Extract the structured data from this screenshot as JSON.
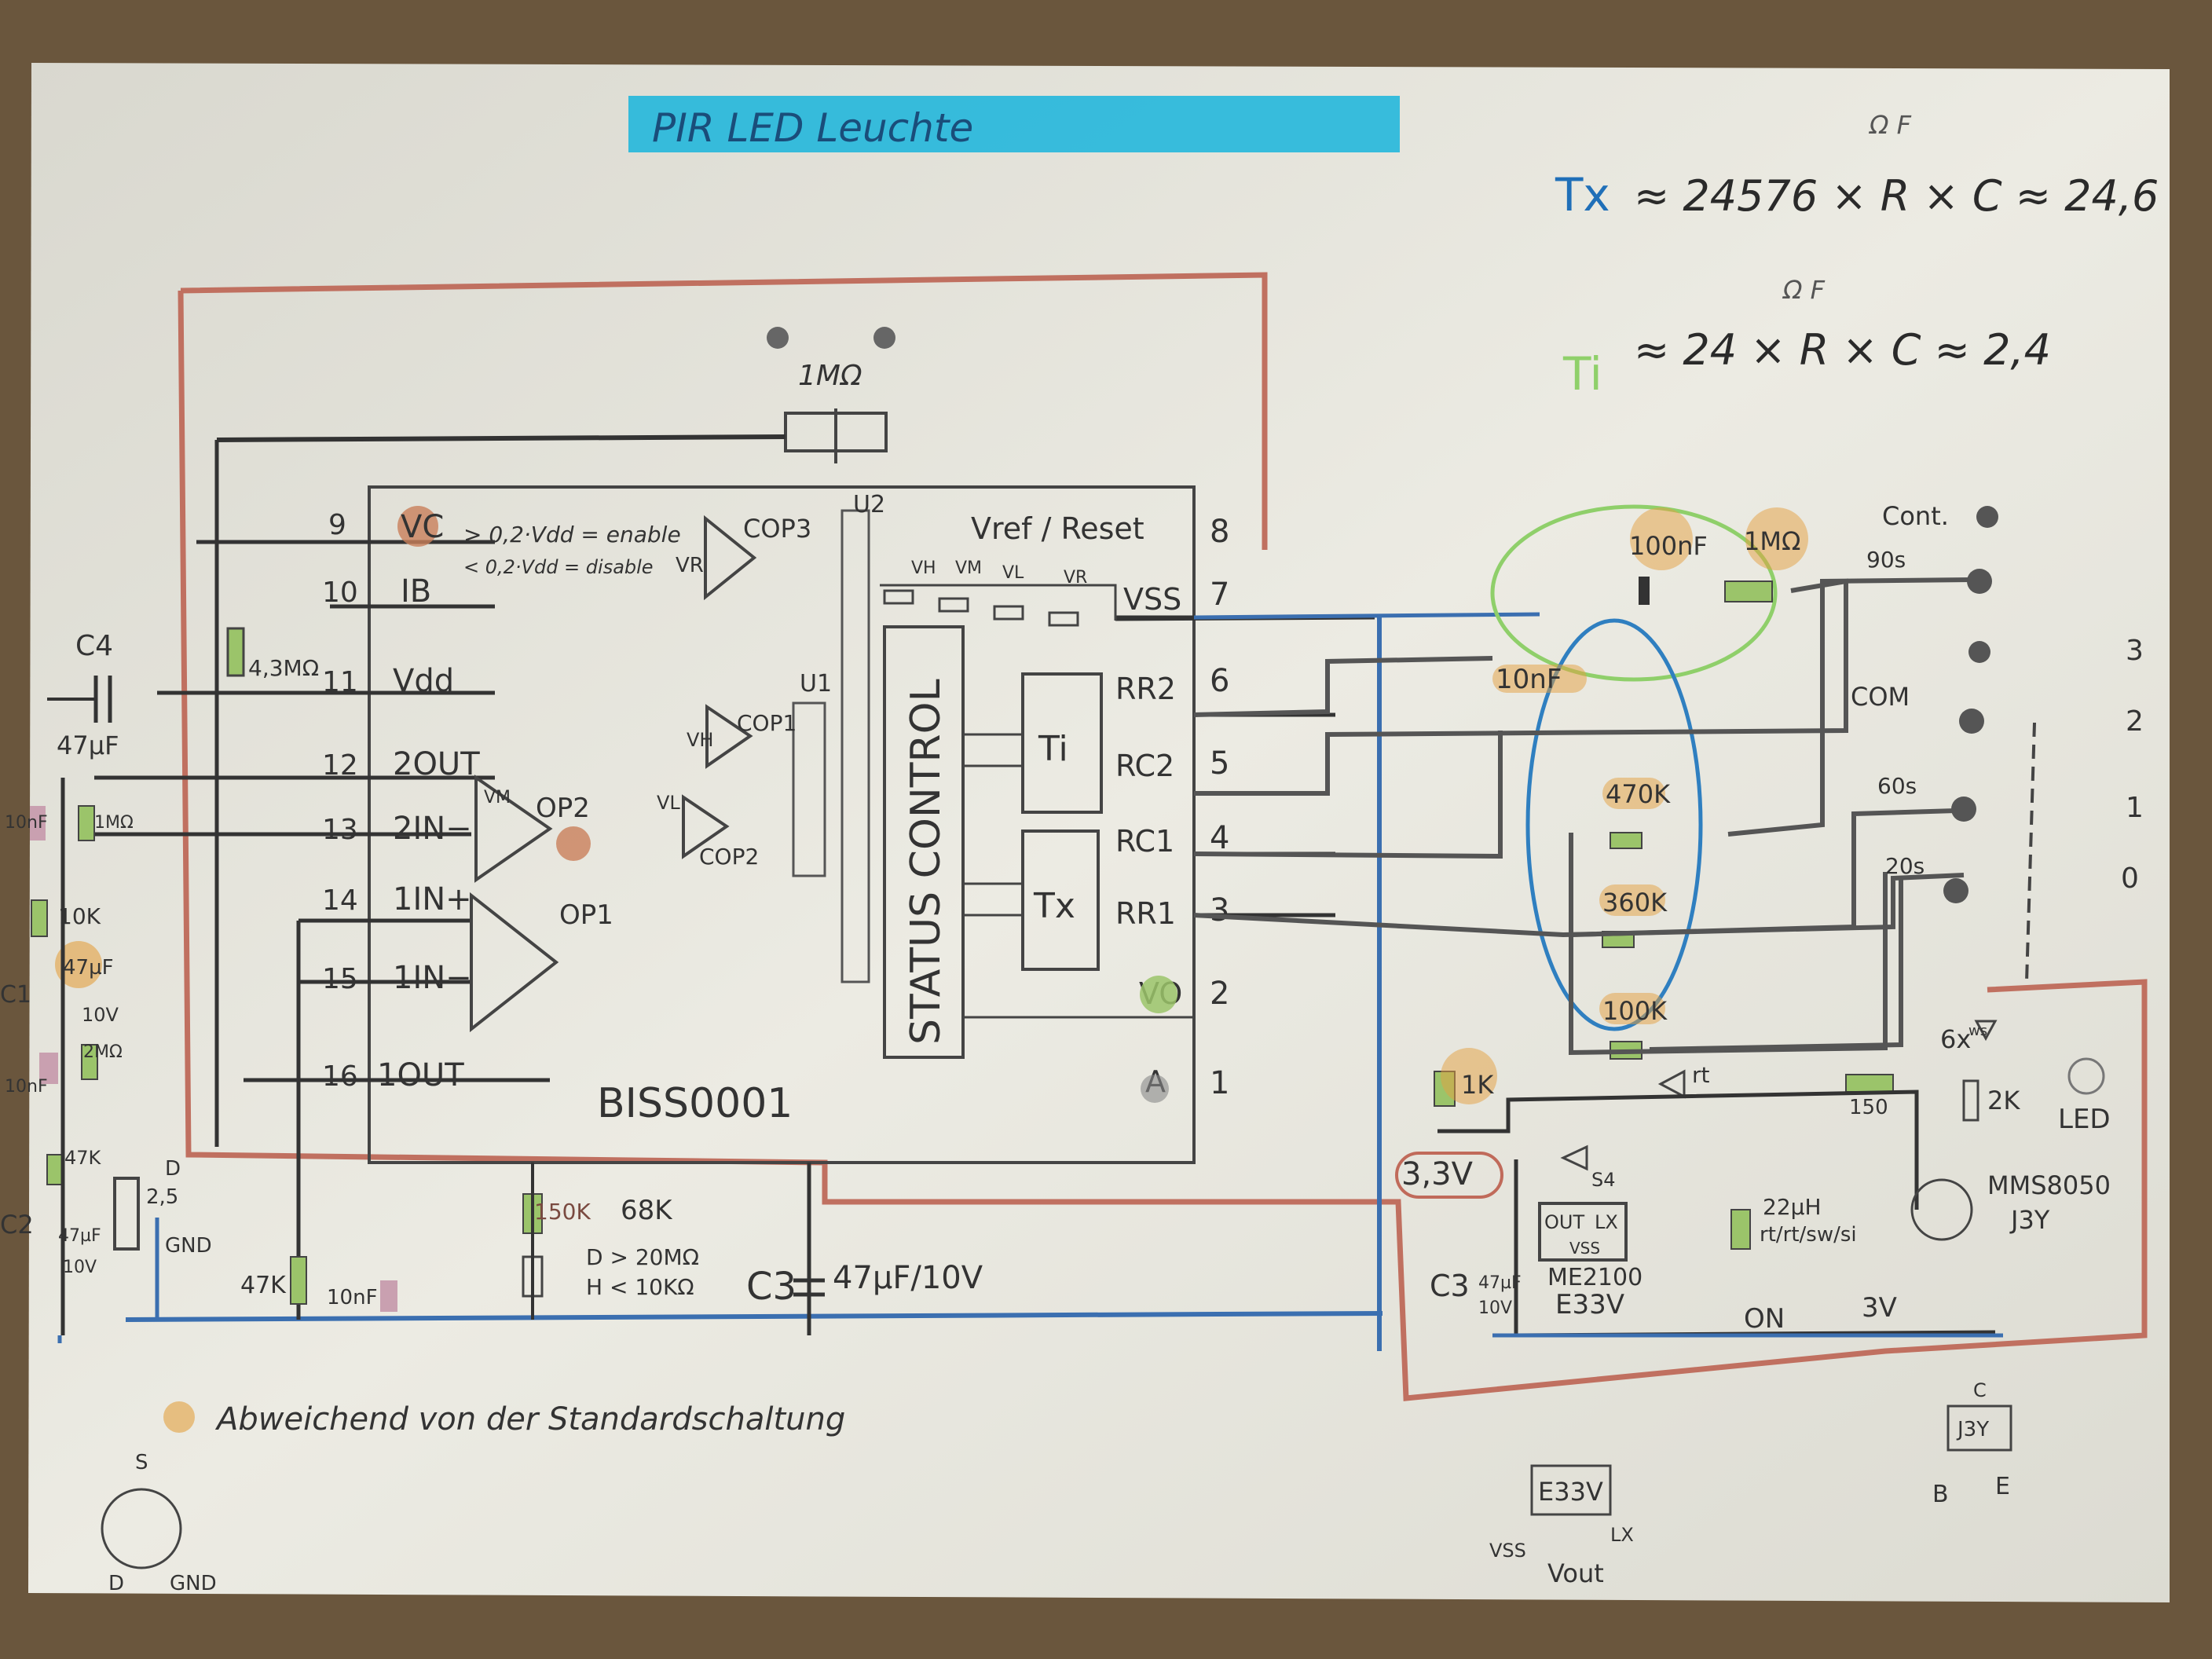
{
  "title": "PIR LED Leuchte",
  "formulas": {
    "tx_label": "Tx",
    "tx_expr": "≈ 24576 × R × C ≈ 24,6",
    "tx_units": "Ω F",
    "ti_label": "Ti",
    "ti_expr": "≈ 24 × R × C ≈ 2,4",
    "ti_units": "Ω F"
  },
  "ic": {
    "name": "BISS0001",
    "sub_u2": "U2",
    "sub_u1": "U1",
    "core": "STATUS CONTROL",
    "ti_box": "Ti",
    "tx_box": "Tx",
    "comp3": "COP3",
    "comp1": "COP1",
    "comp2": "COP2",
    "op2": "OP2",
    "op1": "OP1",
    "vc_note_enable": "> 0,2·Vdd = enable",
    "vc_note_disable": "< 0,2·Vdd = disable",
    "vr": "VR",
    "vh": "VH",
    "vm": "VM",
    "vl": "VL",
    "ladder": [
      "VH",
      "VM",
      "VL",
      "VR"
    ],
    "pins_left": [
      {
        "num": "9",
        "name": "VC"
      },
      {
        "num": "10",
        "name": "IB"
      },
      {
        "num": "11",
        "name": "Vdd"
      },
      {
        "num": "12",
        "name": "2OUT"
      },
      {
        "num": "13",
        "name": "2IN−"
      },
      {
        "num": "14",
        "name": "1IN+"
      },
      {
        "num": "15",
        "name": "1IN−"
      },
      {
        "num": "16",
        "name": "1OUT"
      }
    ],
    "pins_right": [
      {
        "num": "8",
        "name": "Vref / Reset"
      },
      {
        "num": "7",
        "name": "VSS"
      },
      {
        "num": "6",
        "name": "RR2"
      },
      {
        "num": "5",
        "name": "RC2"
      },
      {
        "num": "4",
        "name": "RC1"
      },
      {
        "num": "3",
        "name": "RR1"
      },
      {
        "num": "2",
        "name": "VO"
      },
      {
        "num": "1",
        "name": "A"
      }
    ]
  },
  "components": {
    "pot_1m": "1MΩ",
    "r_ib": "4,3MΩ",
    "c4": "C4",
    "c4_val": "47µF",
    "c_10n_left": "10nF",
    "r_1m_left": "1MΩ",
    "r_10k": "10K",
    "c1": "C1",
    "c1_val": "47µF",
    "c1_v": "10V",
    "c_10n_left2": "10nF",
    "r_2m": "2MΩ",
    "r_47k_left": "47K",
    "c2": "C2",
    "c2_val": "47µF",
    "c2_v": "10V",
    "pir_d": "D",
    "pir_s": "S",
    "pir_gnd": "GND",
    "pir_25": "2,5",
    "r_47k": "47K",
    "c_10n_bottom": "10nF",
    "ldr_val": "68K",
    "ldr_old": "150K",
    "ldr_d": "D > 20MΩ",
    "ldr_h": "H < 10KΩ",
    "c3_main": "C3",
    "c3_main_val": "47µF/10V",
    "c_100n": "100nF",
    "r_1m_ti": "1MΩ",
    "c_10n_tx": "10nF",
    "r_470k": "470K",
    "r_360k": "360K",
    "r_100k": "100K",
    "r_1k": "1K",
    "v33": "3,3V",
    "led_rt": "rt",
    "r_150": "150",
    "diode_s4": "S4",
    "inductor": "22µH",
    "ind_colors": "rt/rt/sw/si",
    "reg_name": "ME2100",
    "reg_code": "E33V",
    "reg_out": "OUT",
    "reg_lx": "LX",
    "reg_vss": "VSS",
    "c3_right": "C3",
    "c3_right_val": "47µF",
    "c3_right_v": "10V",
    "switch_on": "ON",
    "battery": "3V",
    "transistor": "MMS8050",
    "transistor_code": "J3Y",
    "r_2k": "2K",
    "led_arr": "6x",
    "led_ws": "ws",
    "led_label": "LED",
    "sw_cont": "Cont.",
    "sw_90": "90s",
    "sw_com": "COM",
    "sw_60": "60s",
    "sw_20": "20s",
    "sw_nums": [
      "3",
      "2",
      "1",
      "0"
    ]
  },
  "legend": {
    "note": "Abweichend von der Standardschaltung"
  },
  "pinouts": {
    "pir_s": "S",
    "pir_d": "D",
    "pir_gnd": "GND",
    "reg_top": "E33V",
    "reg_vss": "VSS",
    "reg_lx": "LX",
    "reg_vout": "Vout",
    "tr_c": "C",
    "tr_code": "J3Y",
    "tr_b": "B",
    "tr_e": "E"
  },
  "colors": {
    "paper": "#e9e8e0",
    "table": "#6e5a40",
    "pencil": "#3a3a3a",
    "red_wire": "#c06a5a",
    "blue_wire": "#3b6fb0",
    "highlight_cyan": "#1fb6d8",
    "green_comp": "#9bc46a",
    "orange_mark": "#e3a040",
    "green_circle": "#8fcf6a",
    "blue_circle": "#2f7fc0"
  }
}
